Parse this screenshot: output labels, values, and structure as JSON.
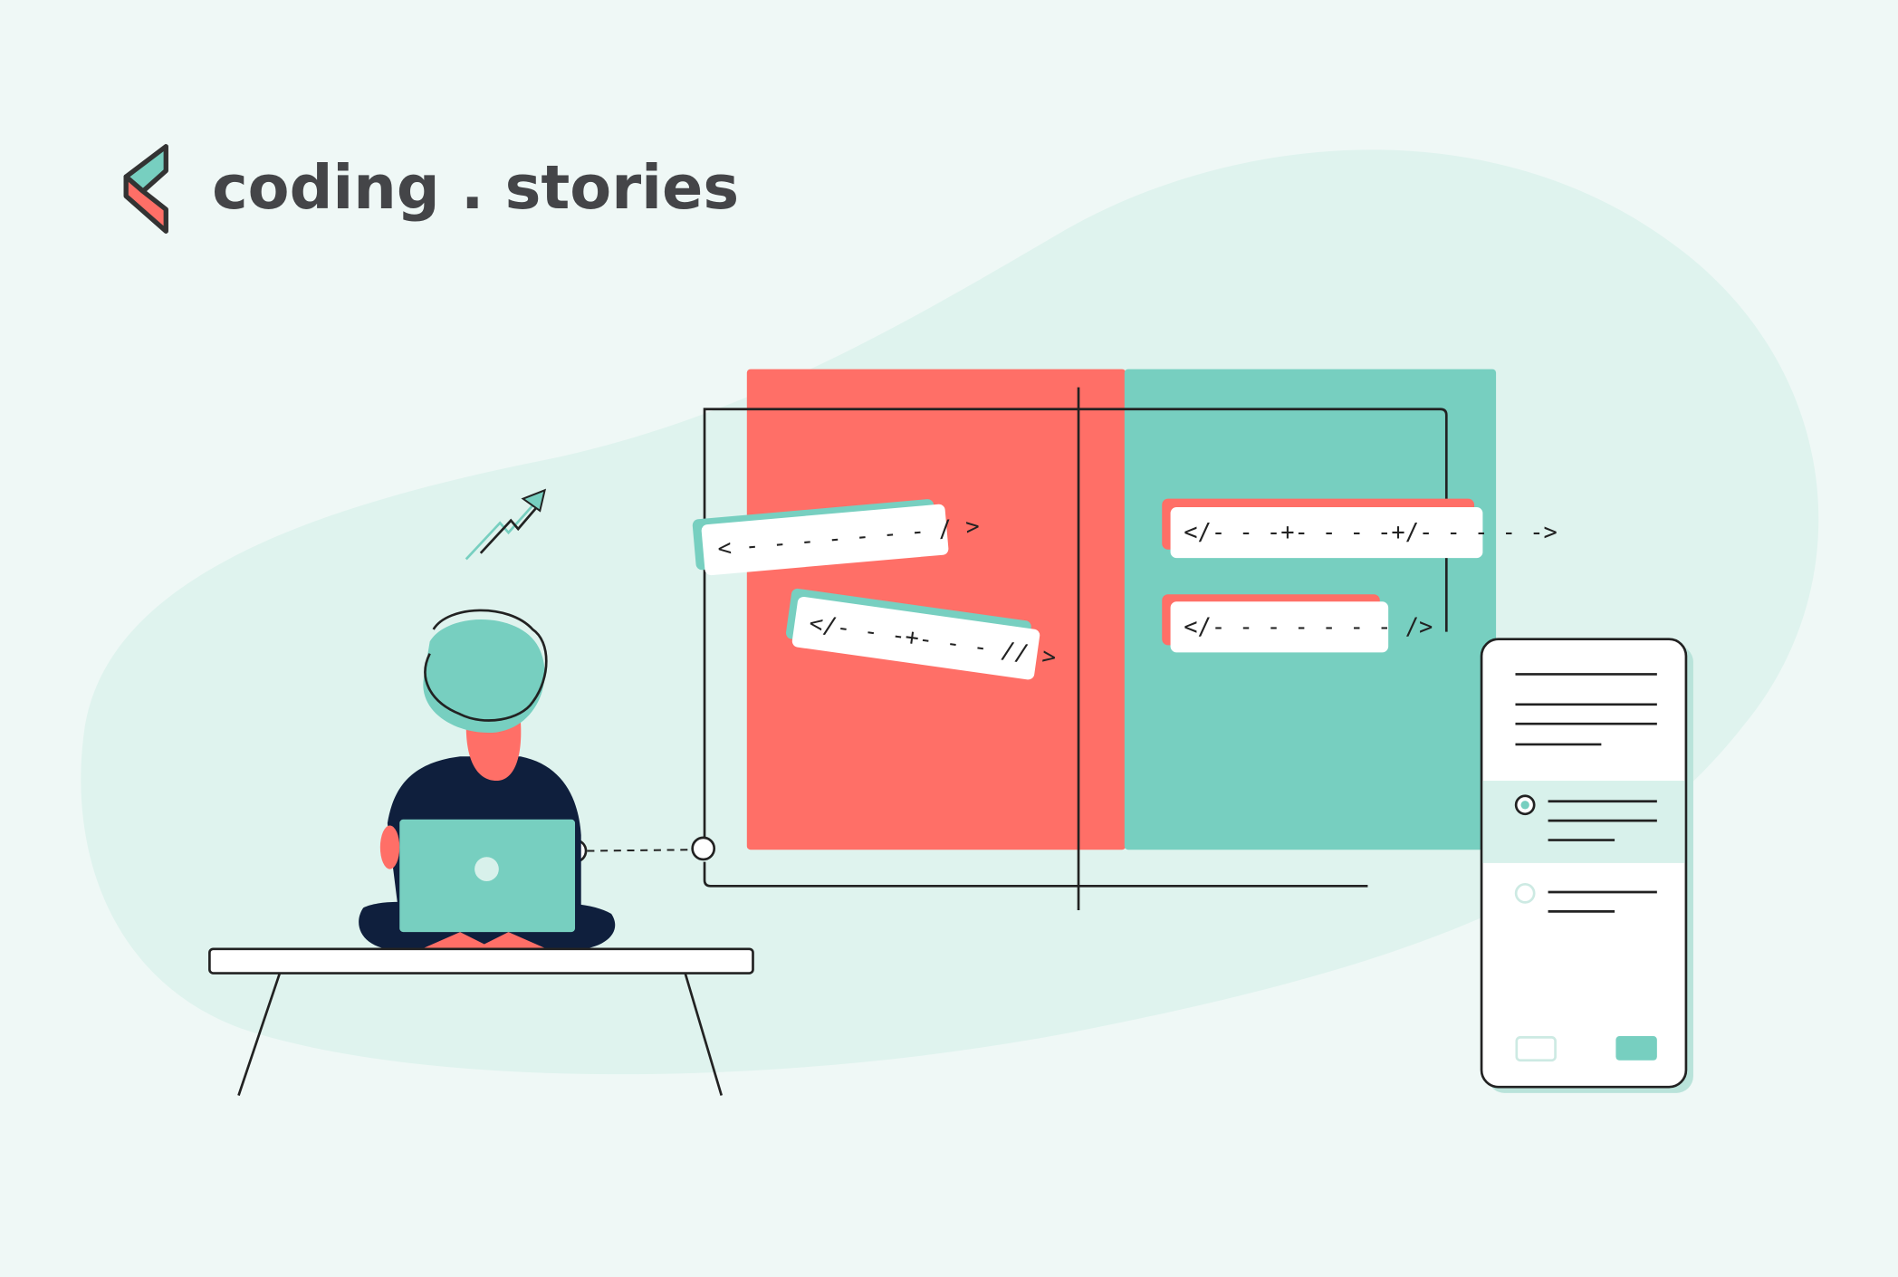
{
  "brand": {
    "name": "coding . stories",
    "colors": {
      "teal": "#77cfc0",
      "coral": "#ff6f67",
      "navy": "#0f1f3d",
      "text": "#444548",
      "background": "#eff8f6",
      "blob": "#dff3ee"
    }
  },
  "snippets": [
    {
      "text": "< - - - - - - -  /  >"
    },
    {
      "text": "</- - -+- - -  //  >"
    },
    {
      "text": "</- - -+- - - -+/- - - - ->"
    },
    {
      "text": "</- - - - - - -   />"
    }
  ],
  "phone": {
    "options": [
      {
        "selected": true
      },
      {
        "selected": false
      }
    ],
    "buttons": [
      {
        "name": "secondary",
        "style": "outline"
      },
      {
        "name": "primary",
        "style": "filled"
      }
    ]
  }
}
